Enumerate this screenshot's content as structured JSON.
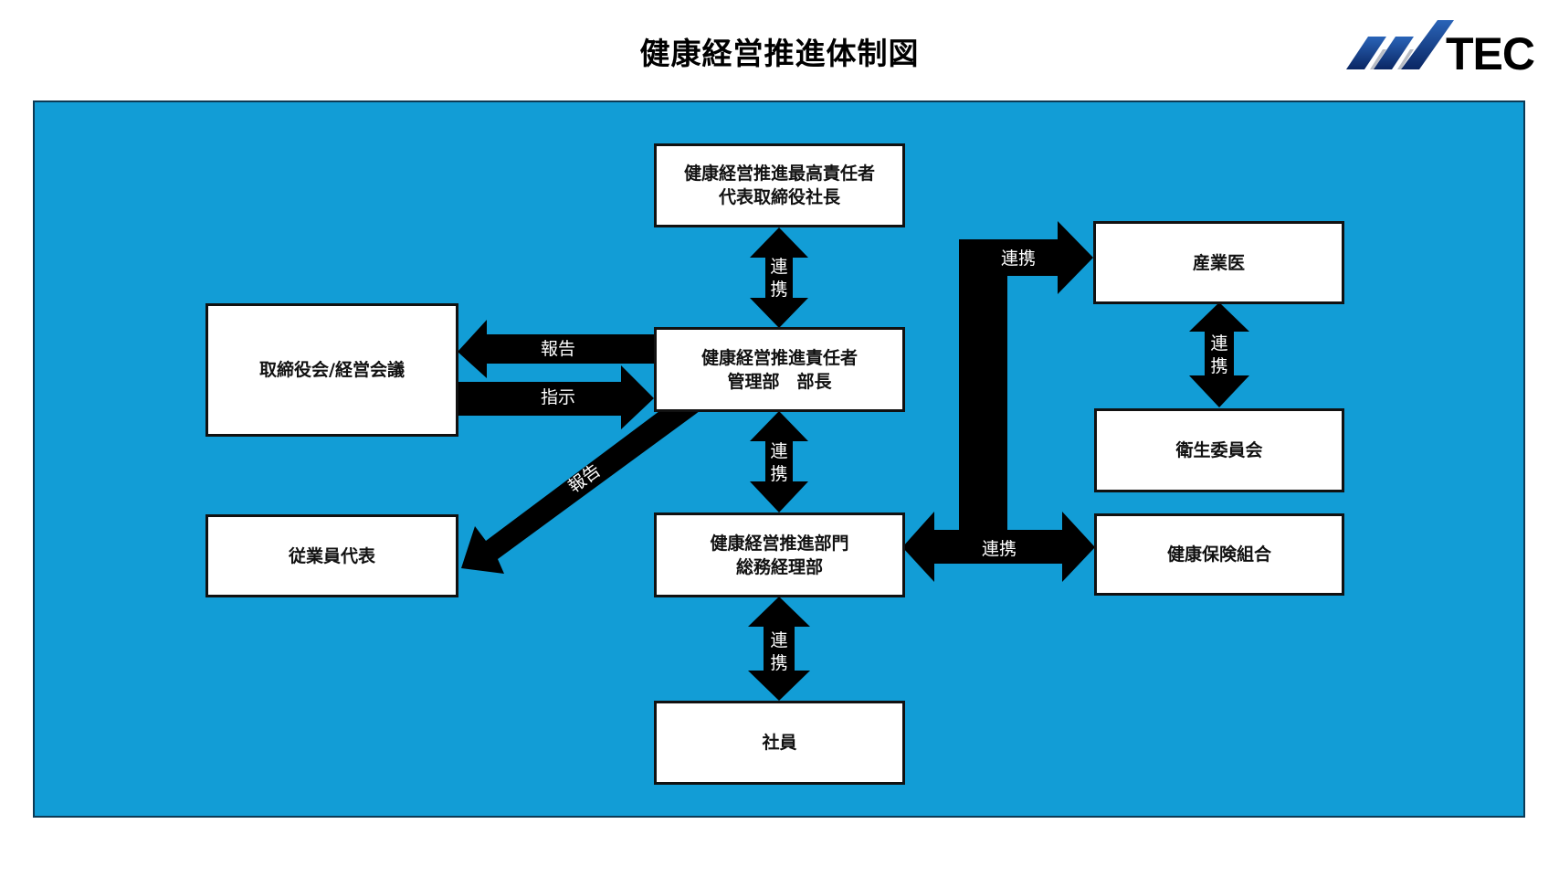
{
  "title": "健康経営推進体制図",
  "logo": {
    "text": "TEC",
    "icon": "tec-stripes-logo-icon"
  },
  "colors": {
    "panel": "#129dd6",
    "arrow": "#000000",
    "box": "#ffffff",
    "logo_blue": "#0d3a85"
  },
  "boxes": {
    "ceo": "健康経営推進最高責任者\n代表取締役社長",
    "manager": "健康経営推進責任者\n管理部　部長",
    "department": "健康経営推進部門\n総務経理部",
    "employees": "社員",
    "board": "取締役会/経営会議",
    "employee_rep": "従業員代表",
    "doctor": "産業医",
    "health_committee": "衛生委員会",
    "insurance": "健康保険組合"
  },
  "arrows": {
    "ceo_manager": [
      "連",
      "携"
    ],
    "manager_board_report": "報告",
    "board_manager_instruct": "指示",
    "manager_rep_report": "報告",
    "manager_department": [
      "連",
      "携"
    ],
    "department_employees": [
      "連",
      "携"
    ],
    "doctor_committee": [
      "連",
      "携"
    ],
    "department_doctor": "連携",
    "department_insurance": "連携"
  }
}
